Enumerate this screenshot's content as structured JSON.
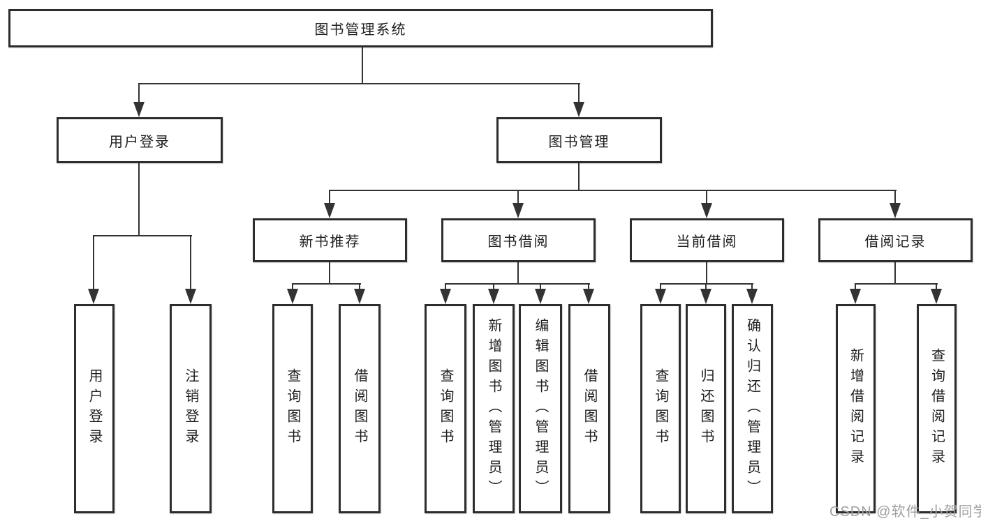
{
  "diagram": {
    "title": "图书管理系统",
    "nodes": {
      "root": "图书管理系统",
      "user_login": "用户登录",
      "book_mgmt": "图书管理",
      "new_book_rec": "新书推荐",
      "book_borrow": "图书借阅",
      "current_borrow": "当前借阅",
      "borrow_records": "借阅记录",
      "leaf_user_login": "用户登录",
      "leaf_logout": "注销登录",
      "leaf_query_book_1": "查询图书",
      "leaf_borrow_book_1": "借阅图书",
      "leaf_query_book_2": "查询图书",
      "leaf_add_book": "新增图书（管理员）",
      "leaf_edit_book": "编辑图书（管理员）",
      "leaf_borrow_book_2": "借阅图书",
      "leaf_query_book_3": "查询图书",
      "leaf_return_book": "归还图书",
      "leaf_confirm_return": "确认归还（管理员）",
      "leaf_add_record": "新增借阅记录",
      "leaf_query_record": "查询借阅记录"
    },
    "hierarchy": {
      "图书管理系统": {
        "用户登录": [
          "用户登录",
          "注销登录"
        ],
        "图书管理": {
          "新书推荐": [
            "查询图书",
            "借阅图书"
          ],
          "图书借阅": [
            "查询图书",
            "新增图书（管理员）",
            "编辑图书（管理员）",
            "借阅图书"
          ],
          "当前借阅": [
            "查询图书",
            "归还图书",
            "确认归还（管理员）"
          ],
          "借阅记录": [
            "新增借阅记录",
            "查询借阅记录"
          ]
        }
      }
    }
  },
  "watermark": {
    "text": "CSDN @软件_小贺同学"
  },
  "colors": {
    "line": "#333333",
    "box_border": "#2d2d2d",
    "text": "#1f1f1f",
    "watermark": "#a0a0a0",
    "background": "#ffffff"
  }
}
